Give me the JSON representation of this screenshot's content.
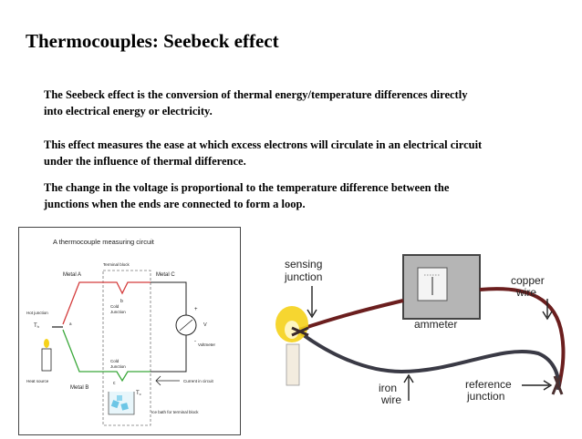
{
  "slide": {
    "title": "Thermocouples: Seebeck effect",
    "paragraphs": [
      {
        "line1": "The Seebeck effect is the conversion of thermal energy/temperature differences directly",
        "line2": "into electrical energy or electricity."
      },
      {
        "line1": "This effect measures the ease at which excess electrons will circulate in an electrical circuit",
        "line2": "under the influence of thermal difference."
      },
      {
        "line1": "The change in the voltage is proportional to the temperature difference between the",
        "line2": "junctions when the ends are connected to form a loop."
      }
    ]
  },
  "circuit_diagram": {
    "title": "A thermocouple measuring circuit",
    "terminal_block": "Terminal block",
    "metal_a_left": "Metal A",
    "metal_a_right": "Metal C",
    "hot_junction": "Hot junction",
    "th": "T",
    "th_sub": "h",
    "node_a": "a",
    "node_b": "b",
    "node_c": "c",
    "cold_junction_top_1": "Cold",
    "cold_junction_top_2": "Junction",
    "cold_junction_bottom_1": "Cold",
    "cold_junction_bottom_2": "Junction",
    "plus": "+",
    "minus": "-",
    "v": "V",
    "voltmeter": "Voltmeter",
    "heat_source": "Heat source",
    "metal_b": "Metal B",
    "current": "Current in circuit",
    "tc": "T",
    "tc_sub": "c",
    "ice_bath": "Ice bath for terminal block"
  },
  "thermocouple_photo": {
    "sensing_junction_1": "sensing",
    "sensing_junction_2": "junction",
    "ammeter": "ammeter",
    "copper_wire_1": "copper",
    "copper_wire_2": "wire",
    "iron_wire_1": "iron",
    "iron_wire_2": "wire",
    "reference_junction_1": "reference",
    "reference_junction_2": "junction"
  },
  "colors": {
    "metal_a_wire": "#d43c3c",
    "metal_b_wire": "#3aa83a",
    "copper_wire": "#6b1e1e",
    "iron_wire": "#3a3a45",
    "flame": "#f5d21a"
  }
}
